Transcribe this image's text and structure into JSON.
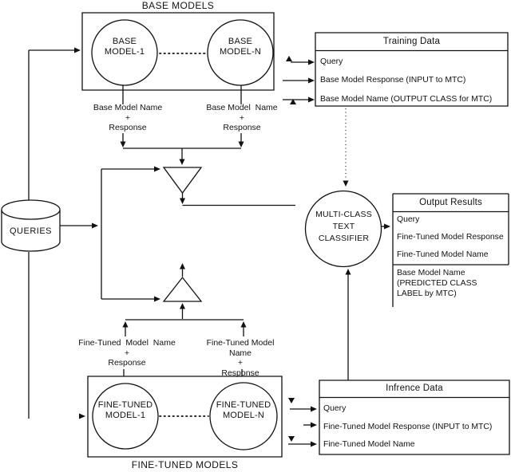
{
  "colors": {
    "ink": "#111111",
    "paper": "#ffffff"
  },
  "base_models": {
    "title": "BASE MODELS",
    "model_1": "BASE\nMODEL-1",
    "model_n": "BASE\nMODEL-N",
    "output_left": "Base Model Name\n+\nResponse",
    "output_right": "Base Model  Name\n+\nResponse"
  },
  "queries": {
    "label": "QUERIES"
  },
  "classifier": {
    "label": "MULTI-CLASS\nTEXT\nCLASSIFIER"
  },
  "fine_tuned_models": {
    "title": "FINE-TUNED MODELS",
    "model_1": "FINE-TUNED\nMODEL-1",
    "model_n": "FINE-TUNED\nMODEL-N",
    "output_left": "Fine-Tuned  Model  Name\n+\nResponse",
    "output_right": "Fine-Tuned Model Name\n+\nResponse"
  },
  "training_data": {
    "title": "Training Data",
    "rows": [
      "Query",
      "Base Model Response (INPUT to MTC)",
      "Base Model Name (OUTPUT CLASS for MTC)"
    ]
  },
  "output_results": {
    "title": "Output Results",
    "rows": [
      "Query",
      "Fine-Tuned Model Response",
      "Fine-Tuned Model Name"
    ],
    "predicted": "Base Model Name\n(PREDICTED CLASS\nLABEL by MTC)"
  },
  "inference_data": {
    "title": "Infrence Data",
    "rows": [
      "Query",
      "Fine-Tuned Model Response (INPUT to MTC)",
      "Fine-Tuned Model Name"
    ]
  }
}
